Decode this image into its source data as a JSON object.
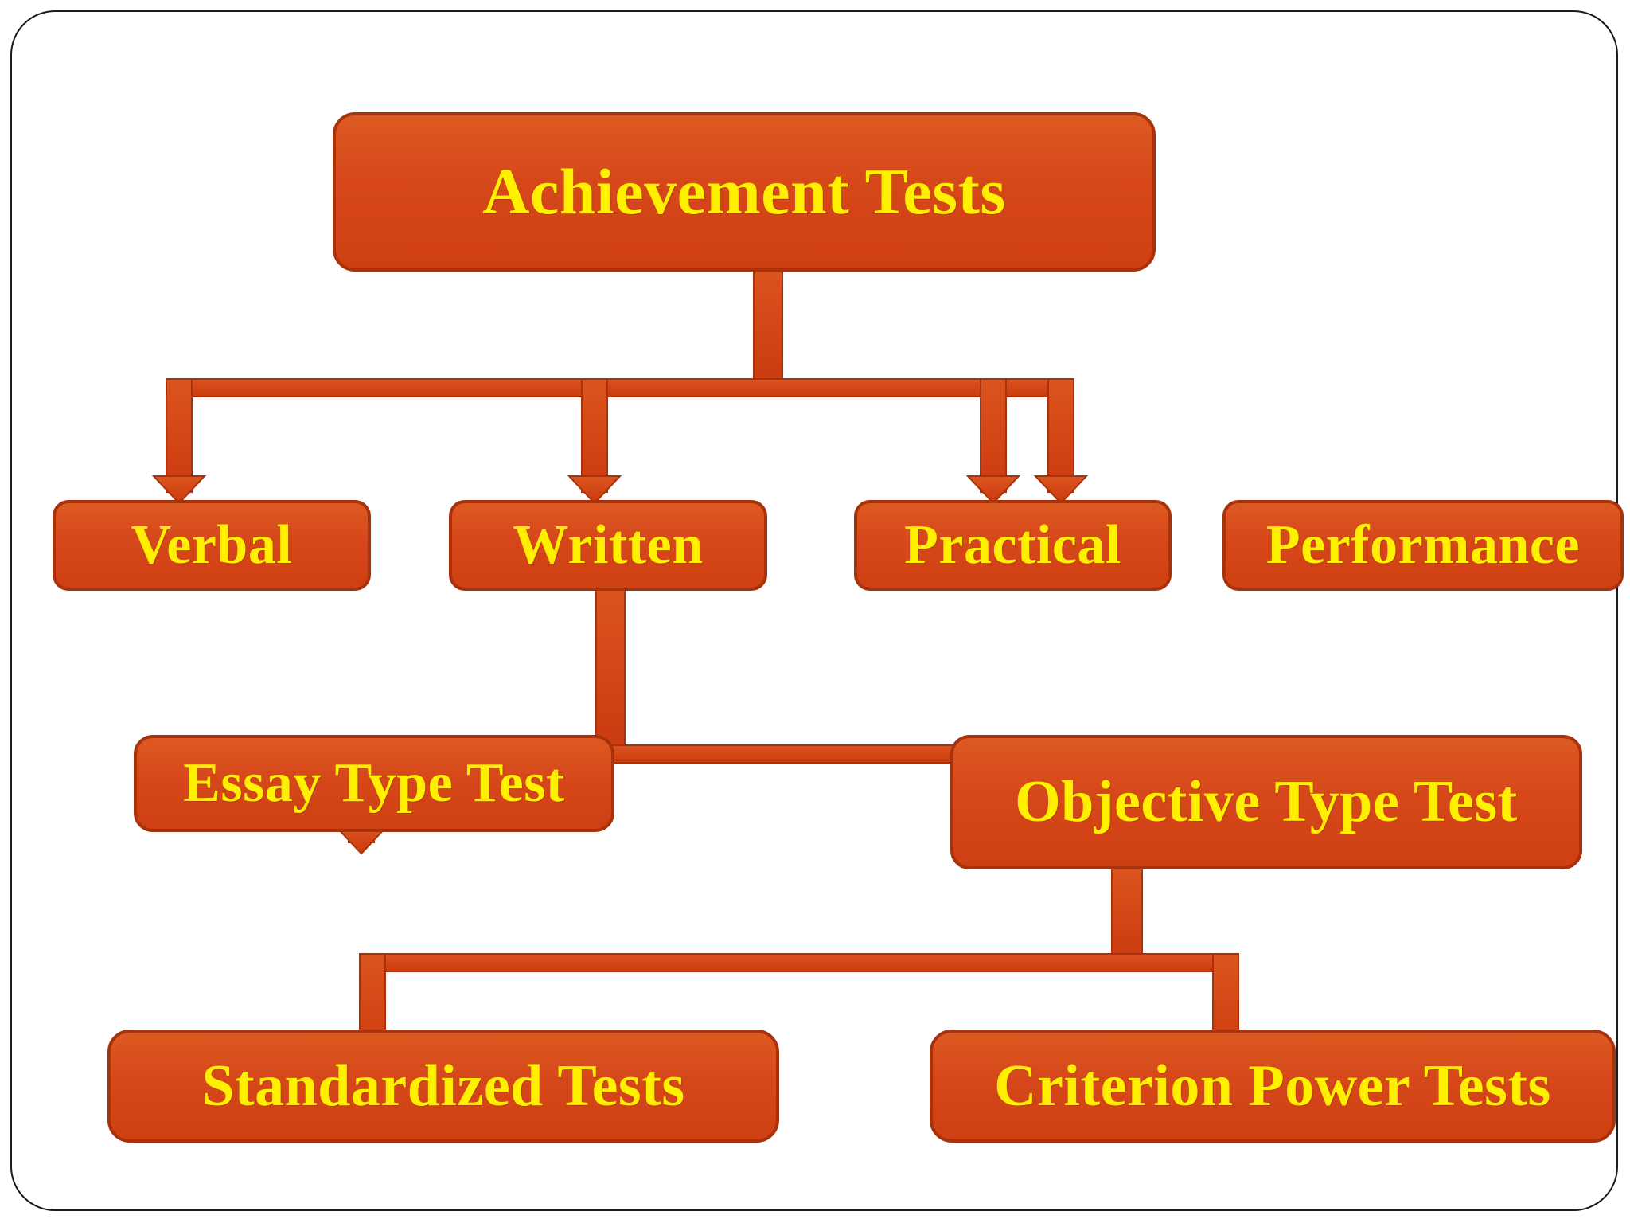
{
  "diagram": {
    "title": "Achievement Tests",
    "type": "hierarchy-flowchart",
    "colors": {
      "node_fill": "#D44316",
      "node_fill_light": "#DE5A22",
      "node_border": "#A8320C",
      "connector": "#D44316",
      "connector_border": "#A8320C",
      "label_text": "#FFF000",
      "frame_border": "#1a1a1a",
      "background": "#FFFFFF"
    },
    "levels": [
      {
        "level": 1,
        "nodes": [
          {
            "id": "achievement-tests",
            "label": "Achievement Tests"
          }
        ]
      },
      {
        "level": 2,
        "nodes": [
          {
            "id": "verbal",
            "label": "Verbal"
          },
          {
            "id": "written",
            "label": "Written"
          },
          {
            "id": "practical",
            "label": "Practical"
          },
          {
            "id": "performance",
            "label": "Performance"
          }
        ]
      },
      {
        "level": 3,
        "nodes": [
          {
            "id": "essay-type-test",
            "label": "Essay Type Test"
          },
          {
            "id": "objective-type-test",
            "label": "Objective Type Test"
          }
        ]
      },
      {
        "level": 4,
        "nodes": [
          {
            "id": "standardized-tests",
            "label": "Standardized Tests"
          },
          {
            "id": "criterion-power-tests",
            "label": "Criterion Power Tests"
          }
        ]
      }
    ],
    "edges": [
      {
        "from": "achievement-tests",
        "to": "verbal"
      },
      {
        "from": "achievement-tests",
        "to": "written"
      },
      {
        "from": "achievement-tests",
        "to": "practical"
      },
      {
        "from": "achievement-tests",
        "to": "performance"
      },
      {
        "from": "written",
        "to": "essay-type-test"
      },
      {
        "from": "written",
        "to": "objective-type-test"
      },
      {
        "from": "objective-type-test",
        "to": "standardized-tests"
      },
      {
        "from": "objective-type-test",
        "to": "criterion-power-tests"
      }
    ],
    "nodes": {
      "achievement_tests": "Achievement Tests",
      "verbal": "Verbal",
      "written": "Written",
      "practical": "Practical",
      "performance": "Performance",
      "essay_type_test": "Essay Type Test",
      "objective_type_test": "Objective Type Test",
      "standardized_tests": "Standardized Tests",
      "criterion_power_tests": "Criterion Power Tests"
    }
  }
}
